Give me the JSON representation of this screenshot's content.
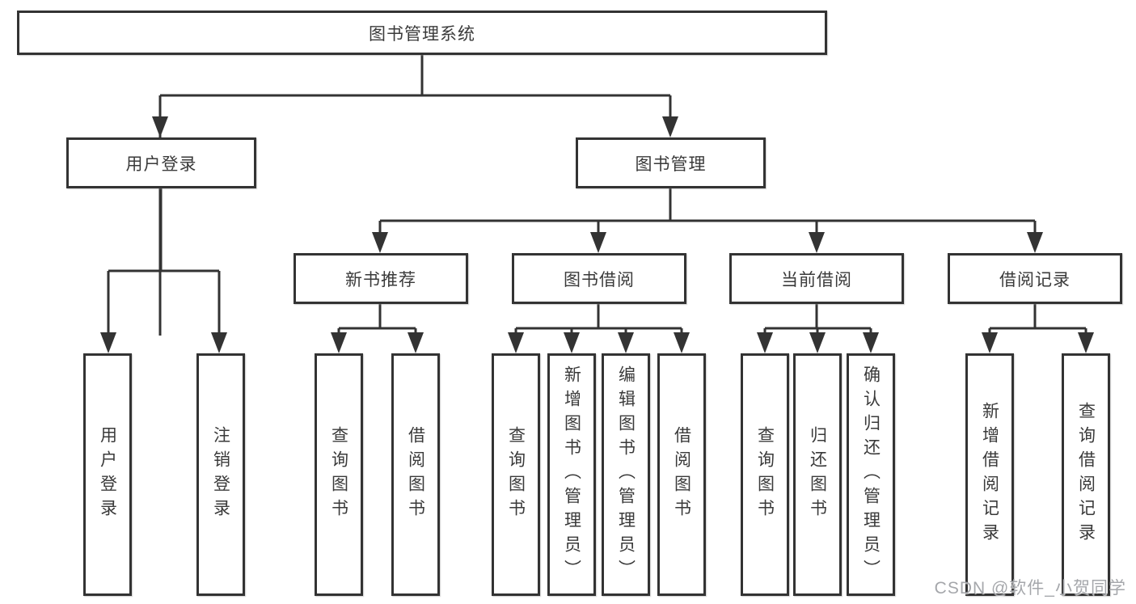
{
  "diagram": {
    "type": "hierarchy-tree",
    "title": "图书管理系统",
    "colors": {
      "line": "#333333",
      "text": "#3a3a3a",
      "background": "#ffffff",
      "watermark": "#a0a2a6"
    },
    "level2": [
      {
        "label": "用户登录",
        "parent": "图书管理系统"
      },
      {
        "label": "图书管理",
        "parent": "图书管理系统"
      }
    ],
    "level3": [
      {
        "label": "新书推荐",
        "parent": "图书管理"
      },
      {
        "label": "图书借阅",
        "parent": "图书管理"
      },
      {
        "label": "当前借阅",
        "parent": "图书管理"
      },
      {
        "label": "借阅记录",
        "parent": "图书管理"
      }
    ],
    "leaves": [
      {
        "label": "用户登录",
        "parent": "用户登录"
      },
      {
        "label": "注销登录",
        "parent": "用户登录"
      },
      {
        "label": "查询图书",
        "parent": "新书推荐"
      },
      {
        "label": "借阅图书",
        "parent": "新书推荐"
      },
      {
        "label": "查询图书",
        "parent": "图书借阅"
      },
      {
        "label": "新增图书（管理员）",
        "parent": "图书借阅"
      },
      {
        "label": "编辑图书（管理员）",
        "parent": "图书借阅"
      },
      {
        "label": "借阅图书",
        "parent": "图书借阅"
      },
      {
        "label": "查询图书",
        "parent": "当前借阅"
      },
      {
        "label": "归还图书",
        "parent": "当前借阅"
      },
      {
        "label": "确认归还（管理员）",
        "parent": "当前借阅"
      },
      {
        "label": "新增借阅记录",
        "parent": "借阅记录"
      },
      {
        "label": "查询借阅记录",
        "parent": "借阅记录"
      }
    ]
  },
  "watermark": "CSDN @软件_小贺同学"
}
